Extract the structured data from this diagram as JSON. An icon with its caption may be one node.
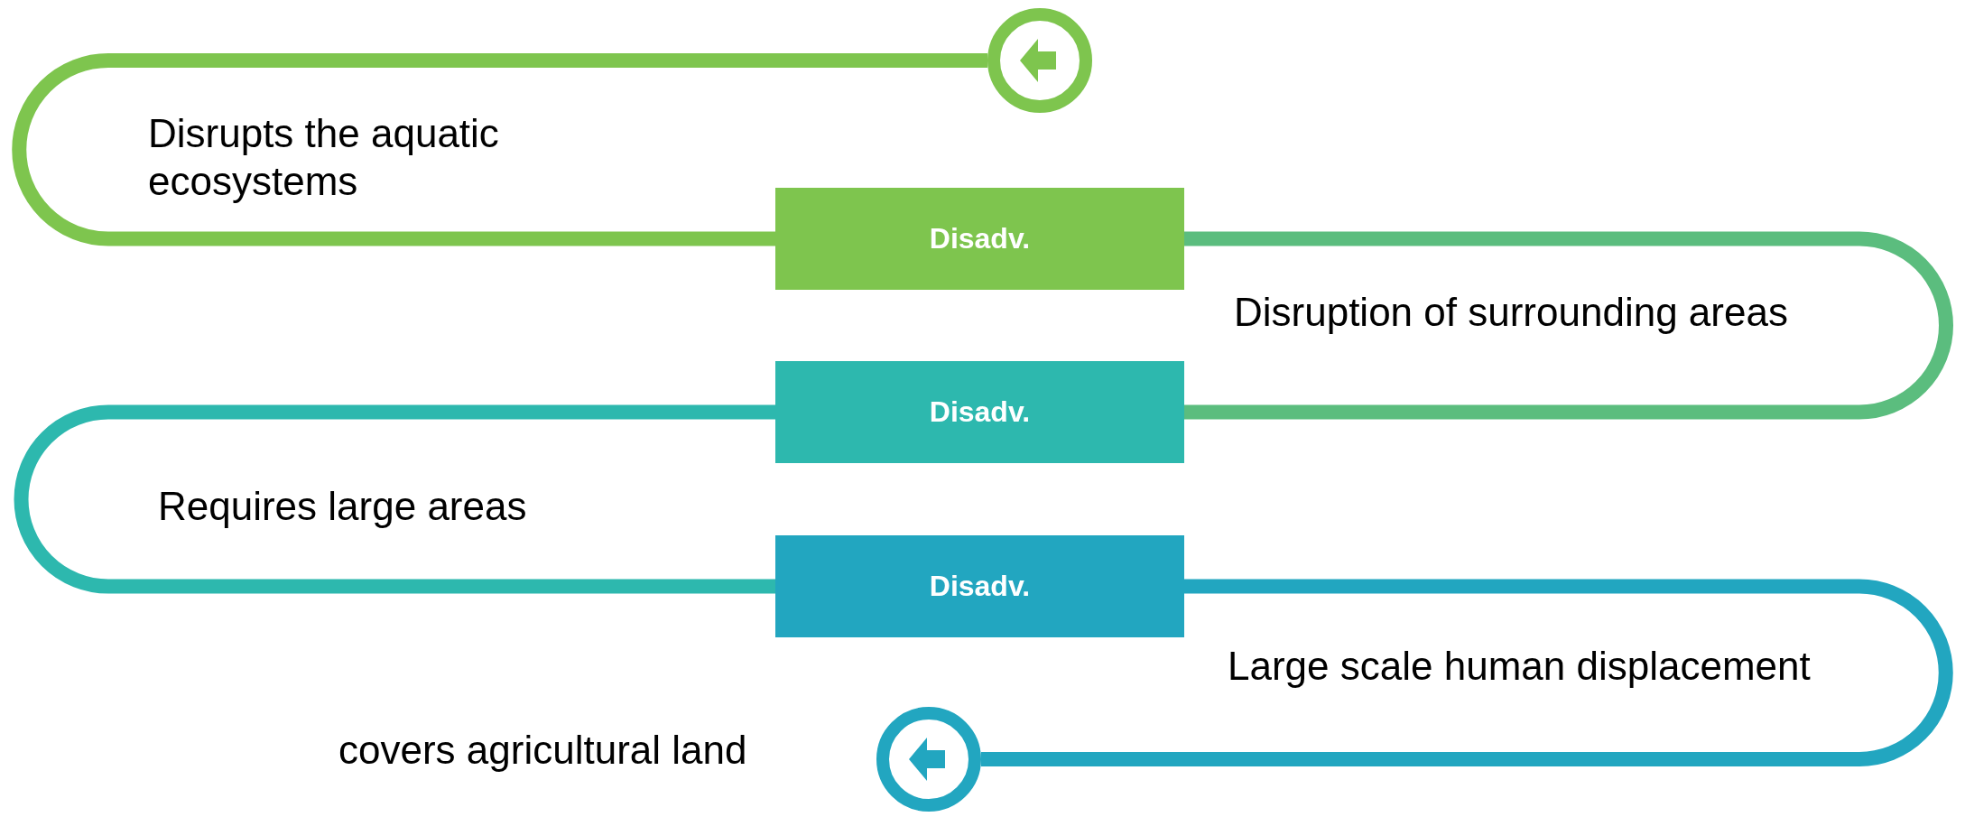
{
  "diagram": {
    "nodes": [
      {
        "text": [],
        "shape": "circle"
      },
      {
        "text": [
          "Disadv."
        ]
      },
      {
        "text": [
          "Disadv."
        ]
      },
      {
        "text": [
          "Disadv."
        ]
      },
      {
        "text": [],
        "shape": "circle"
      }
    ],
    "edges": [
      {
        "from": 0,
        "to": 1,
        "arrow": "none",
        "color": "#7ec54e"
      },
      {
        "from": 1,
        "to": 2,
        "arrow": "none",
        "color": "#5bbd7e"
      },
      {
        "from": 2,
        "to": 3,
        "arrow": "none",
        "color": "#2db8ae"
      },
      {
        "from": 3,
        "to": 4,
        "arrow": "none",
        "color": "#22a6c0"
      }
    ],
    "labels": [
      "Disrupts the aquatic ecosystems",
      "Disruption of surrounding areas",
      "Requires large areas",
      "Large scale human displacement",
      "covers agricultural land"
    ]
  }
}
